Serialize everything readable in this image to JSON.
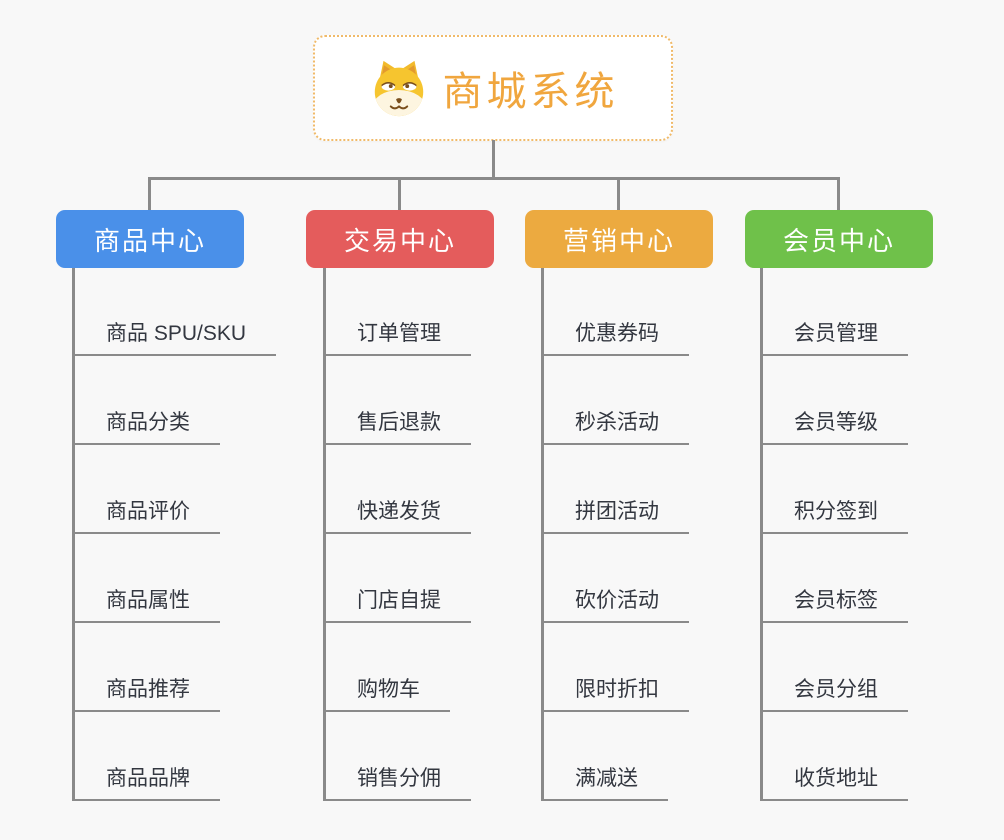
{
  "colors": {
    "background": "#f8f8f8",
    "line": "#8a8a8a",
    "text": "#333740",
    "root_title": "#f0a63e",
    "root_border": "#f0ba69"
  },
  "root": {
    "title": "商城系统",
    "icon": "dog-icon"
  },
  "branches": [
    {
      "label": "商品中心",
      "color": "#4a90e9",
      "items": [
        "商品 SPU/SKU",
        "商品分类",
        "商品评价",
        "商品属性",
        "商品推荐",
        "商品品牌"
      ]
    },
    {
      "label": "交易中心",
      "color": "#e45c5c",
      "items": [
        "订单管理",
        "售后退款",
        "快递发货",
        "门店自提",
        "购物车",
        "销售分佣"
      ]
    },
    {
      "label": "营销中心",
      "color": "#ecaa40",
      "items": [
        "优惠券码",
        "秒杀活动",
        "拼团活动",
        "砍价活动",
        "限时折扣",
        "满减送"
      ]
    },
    {
      "label": "会员中心",
      "color": "#6fc14a",
      "items": [
        "会员管理",
        "会员等级",
        "积分签到",
        "会员标签",
        "会员分组",
        "收货地址"
      ]
    }
  ]
}
